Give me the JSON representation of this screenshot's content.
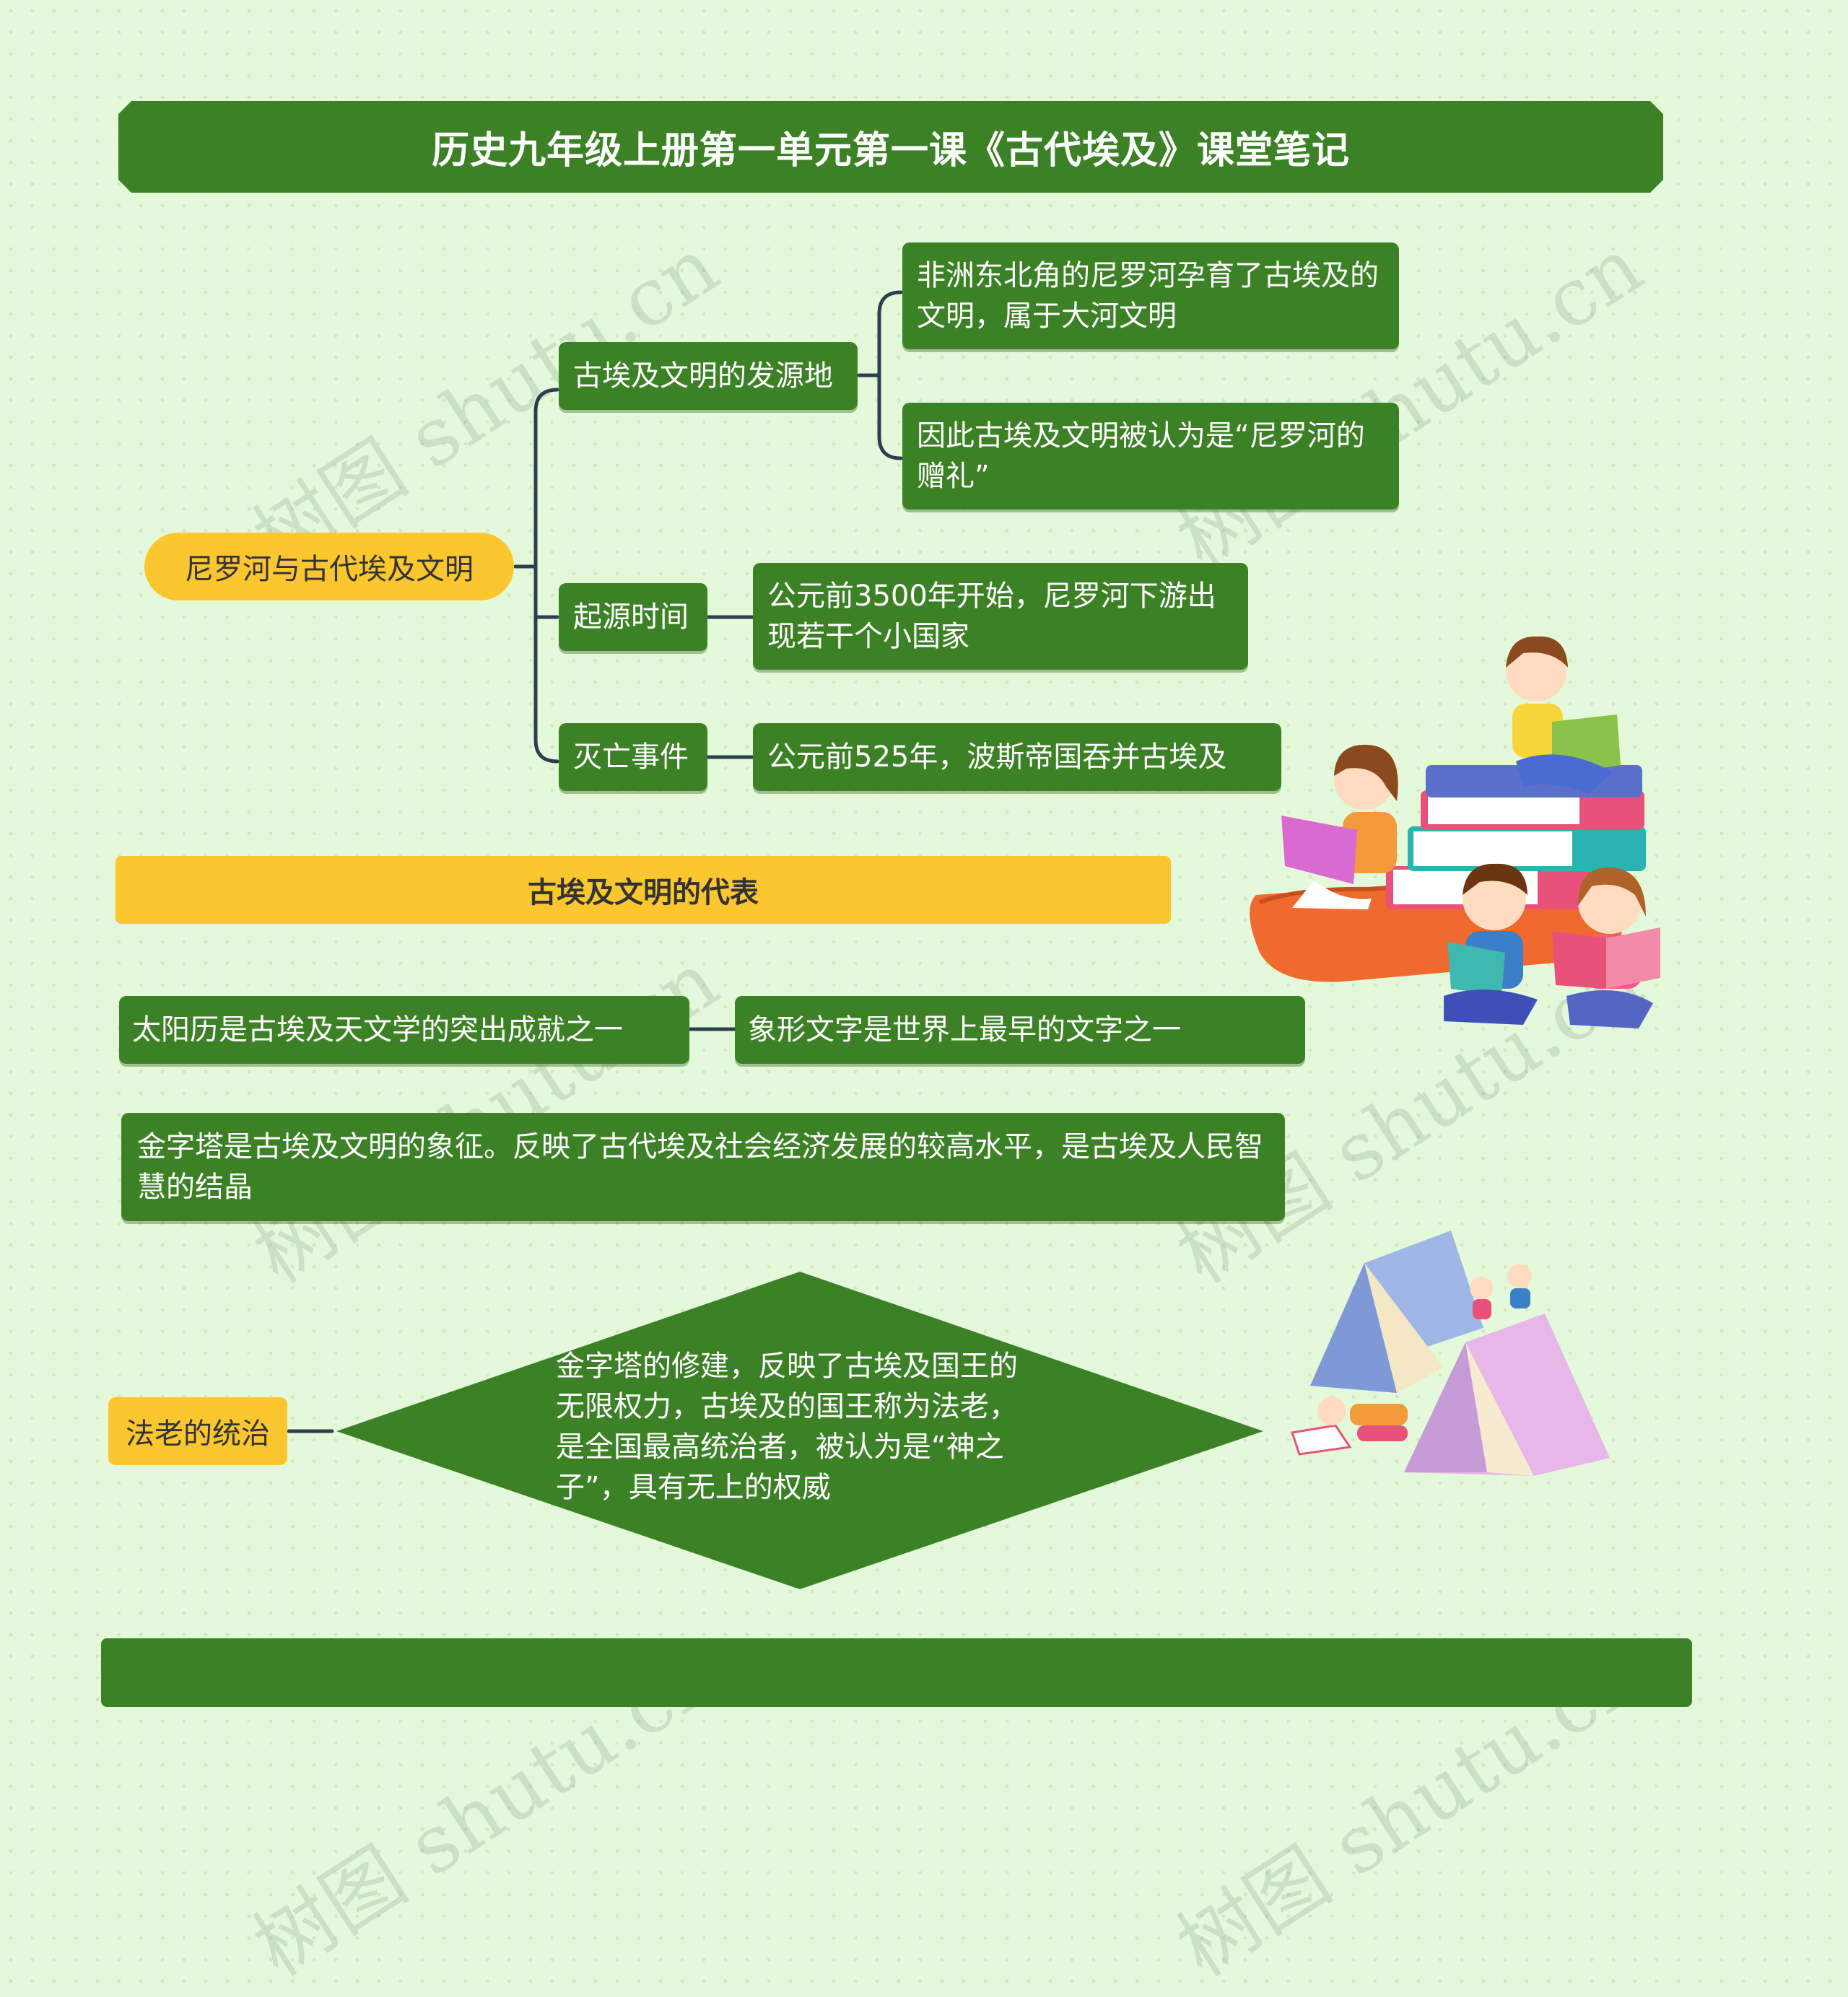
{
  "title": "历史九年级上册第一单元第一课《古代埃及》课堂笔记",
  "mindmap": {
    "root": "尼罗河与古代埃及文明",
    "branches": [
      {
        "label": "古埃及文明的发源地",
        "children": [
          "非洲东北角的尼罗河孕育了古埃及的文明，属于大河文明",
          "因此古埃及文明被认为是“尼罗河的赠礼”"
        ]
      },
      {
        "label": "起源时间",
        "children": [
          "公元前3500年开始，尼罗河下游出现若干个小国家"
        ]
      },
      {
        "label": "灭亡事件",
        "children": [
          "公元前525年，波斯帝国吞并古埃及"
        ]
      }
    ]
  },
  "section2": {
    "header": "古埃及文明的代表",
    "left": "太阳历是古埃及天文学的突出成就之一",
    "right": "象形文字是世界上最早的文字之一",
    "pyramid": "金字塔是古埃及文明的象征。反映了古代埃及社会经济发展的较高水平，是古埃及人民智慧的结晶"
  },
  "section3": {
    "label": "法老的统治",
    "diamond": "金字塔的修建，反映了古埃及国王的无限权力，古埃及的国王称为法老，是全国最高统治者，被认为是“神之子”，具有无上的权威"
  },
  "watermark": [
    "树图 shutu.cn",
    "树图 shutu.cn",
    "树图 shutu.cn",
    "树图 shutu.cn",
    "树图 shutu.cn",
    "树图 shutu.cn"
  ],
  "colors": {
    "green": "#3d8127",
    "yellow": "#fcc62e",
    "background": "#e3f9da",
    "connector": "#2c3e50"
  }
}
